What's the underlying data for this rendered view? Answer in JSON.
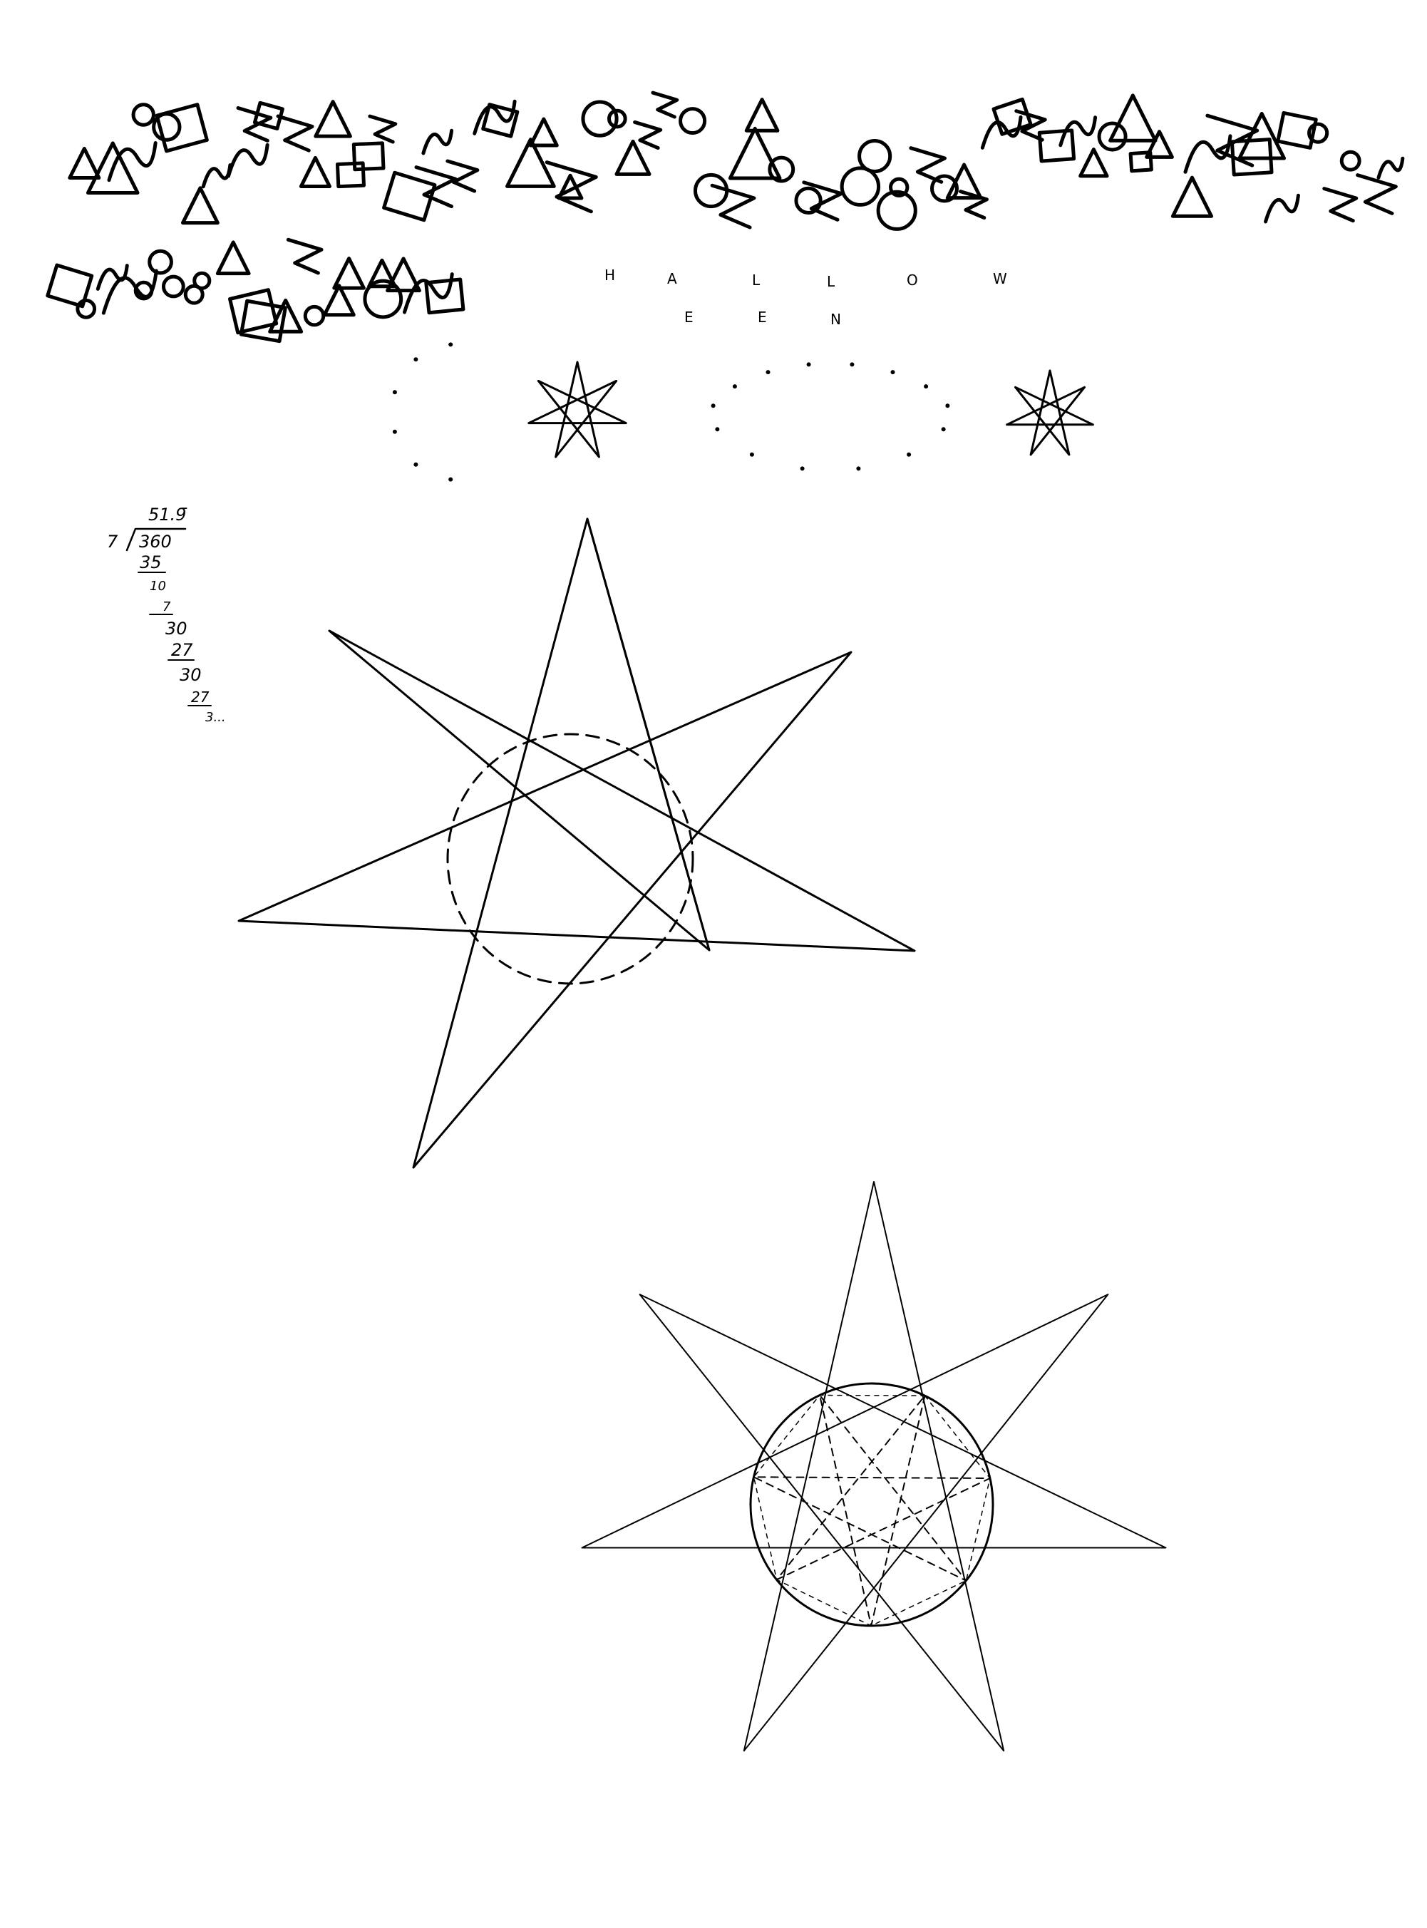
{
  "title": {
    "line1": [
      "H",
      "A",
      "L",
      "L",
      "O",
      "W"
    ],
    "line2": [
      "E",
      "E",
      "N"
    ]
  },
  "long_division": {
    "quotient": "51.9̄",
    "divisor": "7",
    "dividend": "360",
    "steps": [
      "35",
      "10",
      "7",
      "30",
      "27",
      "30",
      "27",
      "3..."
    ]
  },
  "colors": {
    "ink": "#000000",
    "paper": "#ffffff"
  }
}
